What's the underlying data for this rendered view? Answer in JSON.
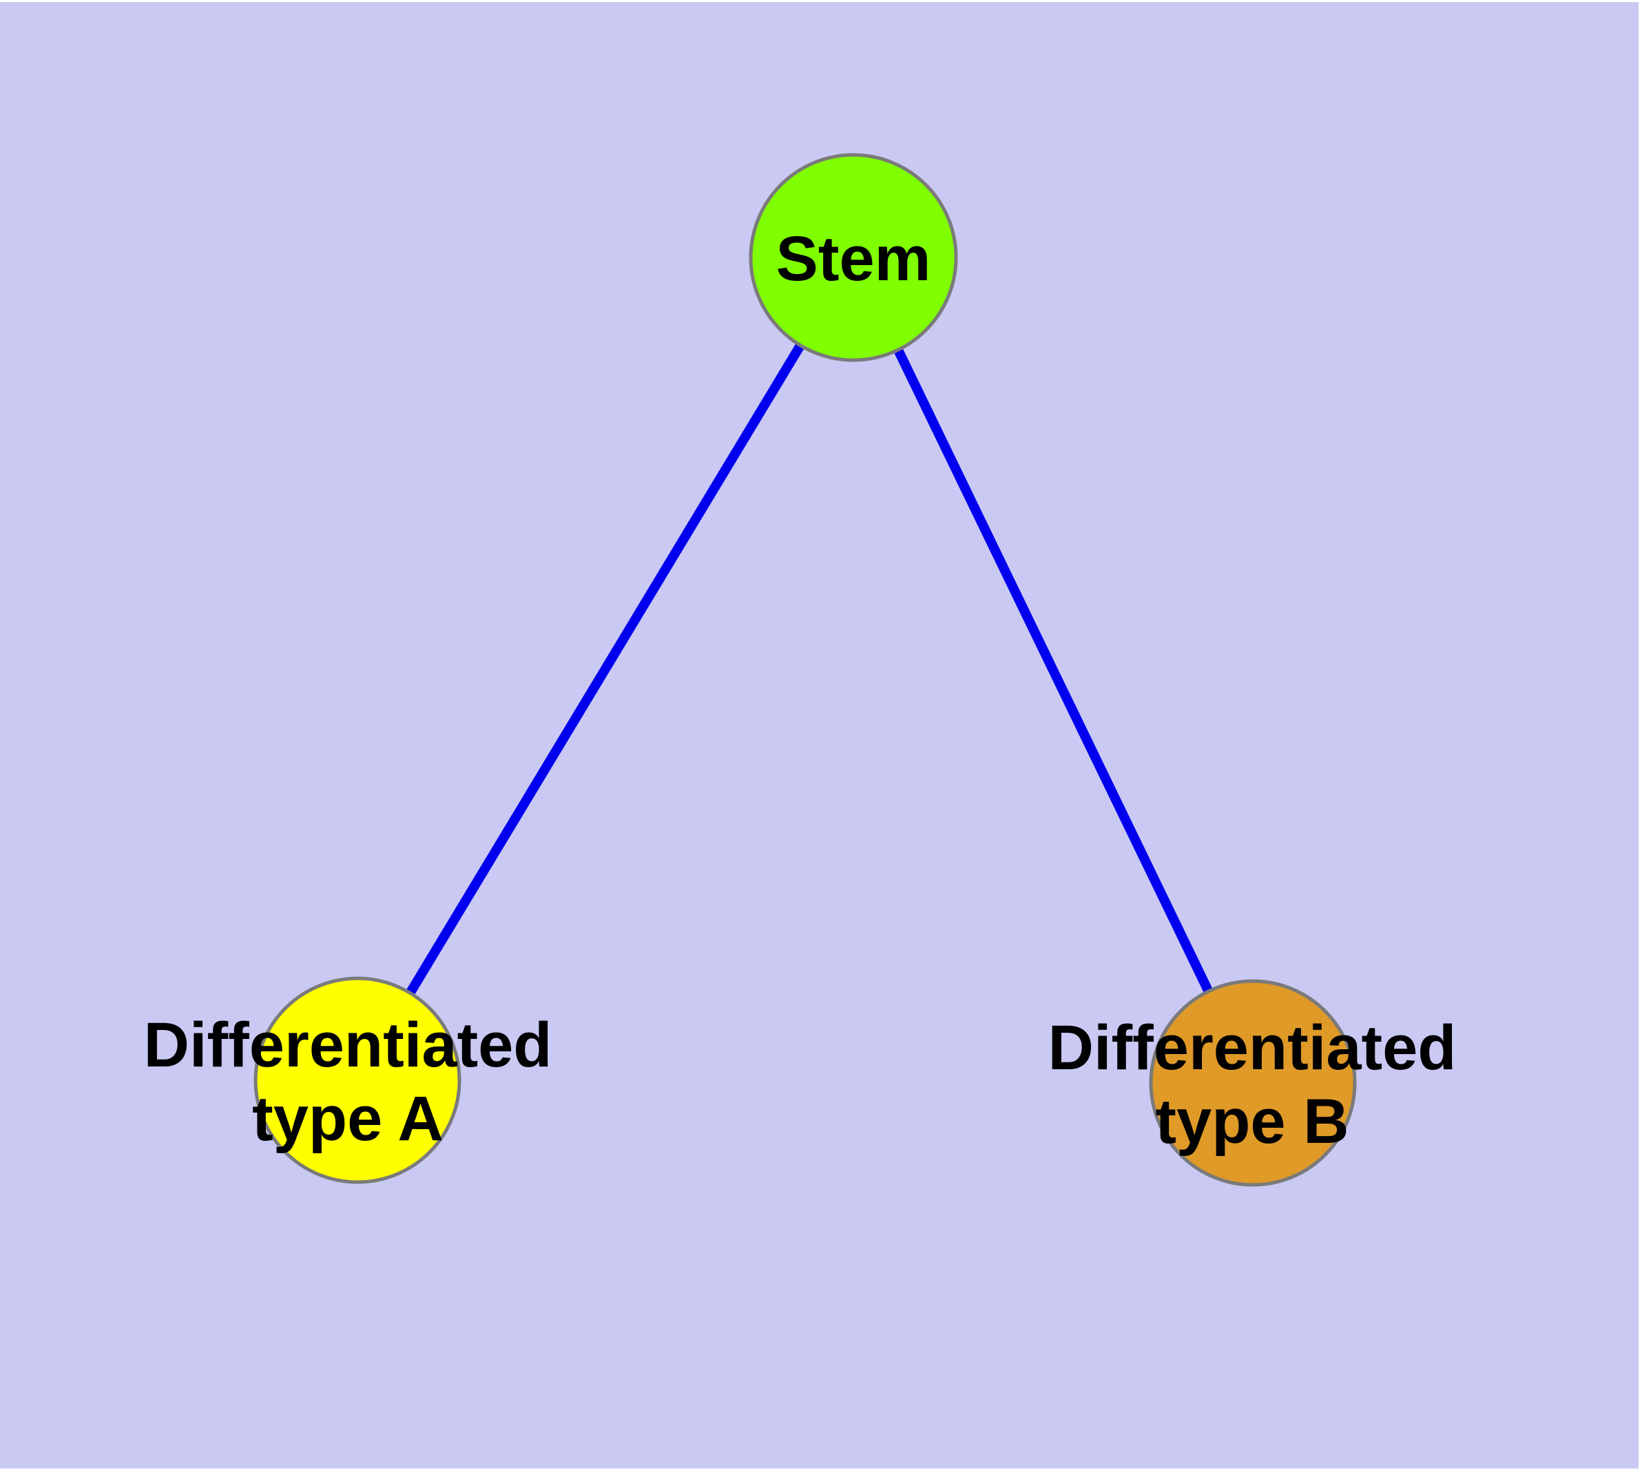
{
  "diagram": {
    "background_color": "#C9C9F4",
    "frame_color": "#FFFFFF",
    "edge_color": "#0000EE",
    "node_border_color": "#7A7A7A",
    "nodes": {
      "stem": {
        "label": "Stem",
        "color": "#7FFF00"
      },
      "type_a": {
        "lines": [
          "Differentiated",
          "type A"
        ],
        "color": "#FFFF00"
      },
      "type_b": {
        "lines": [
          "Differentiated",
          "type B"
        ],
        "color": "#DF9A27"
      }
    },
    "edges": [
      {
        "from": "stem",
        "to": "type_a"
      },
      {
        "from": "stem",
        "to": "type_b"
      }
    ]
  }
}
